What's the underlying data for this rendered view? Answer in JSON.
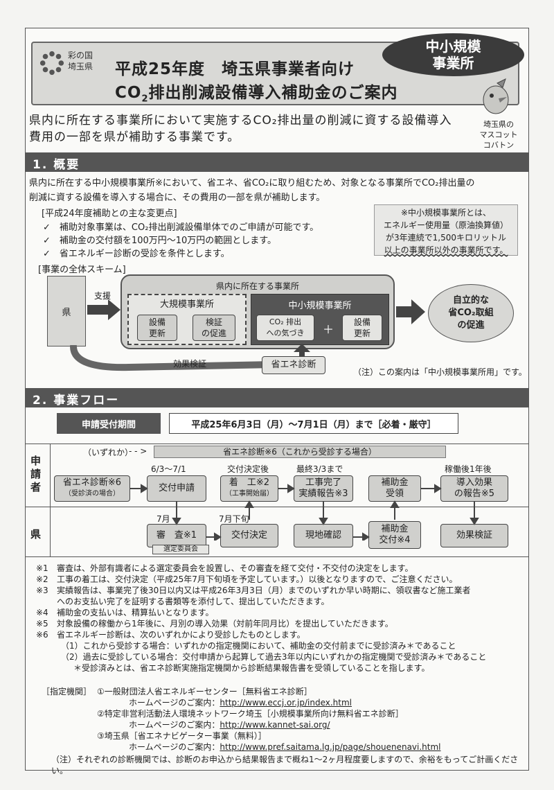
{
  "header": {
    "logo_line1": "彩の国",
    "logo_line2": "埼玉県",
    "title_line1": "平成25年度　埼玉県事業者向け",
    "title_line2_pre": "CO",
    "title_line2_sub": "2",
    "title_line2_post": "排出削減設備導入補助金のご案内",
    "badge_line1": "中小規模",
    "badge_line2": "事業所",
    "mascot_line1": "埼玉県の",
    "mascot_line2": "マスコット",
    "mascot_line3": "コバトン"
  },
  "intro": {
    "line1": "県内に所在する事業所において実施するCO₂排出量の削減に資する設備導入",
    "line2": "費用の一部を県が補助する事業です。"
  },
  "section1": {
    "title": "1. 概要",
    "text1": "県内に所在する中小規模事業所※において、省エネ、省CO₂に取り組むため、対象となる事業所でCO₂排出量の",
    "text2": "削減に資する設備を導入する場合に、その費用の一部を県が補助します。",
    "changes_head": "[平成24年度補助との主な変更点]",
    "changes": [
      "補助対象事業は、CO₂排出削減設備単体でのご申請が可能です。",
      "補助金の交付額を100万円～10万円の範囲とします。",
      "省エネルギー診断の受診を条件とします。"
    ],
    "note_lines": [
      "※中小規模事業所とは、",
      "エネルギー使用量（原油換算値）",
      "が3年連続で1,500キロリットル",
      "以上の事業所以外の事業所です。"
    ],
    "scheme_head": "[事業の全体スキーム]",
    "scheme": {
      "pref": "県",
      "support": "支援",
      "outer_label": "県内に所在する事業所",
      "large_label": "大規模事業所",
      "large_items": [
        "設備\n更新",
        "検証\nの促進"
      ],
      "sme_label": "中小規模事業所",
      "sme_items": [
        "CO₂ 排出\nへの気づき",
        "設備\n更新"
      ],
      "plus": "＋",
      "diagnosis": "省エネ診断",
      "effect": "効果検証",
      "result": "自立的な\n省CO₂取組\nの促進",
      "note": "（注）この案内は「中小規模事業所用」です。"
    }
  },
  "section2": {
    "title": "2. 事業フロー",
    "period_label": "申請受付期間",
    "period_value": "平成25年6月3日（月）～7月1日（月）まで［必着・厳守］",
    "row_applicant": "申\n請\n者",
    "row_pref": "県",
    "either": "（いずれか）",
    "diag_banner": "省エネ診断※6（これから受診する場合）",
    "labels": {
      "l1": "6/3～7/1",
      "l2": "交付決定後",
      "l3": "最終3/3まで",
      "l4": "稼働後1年後",
      "l5": "7月",
      "l6": "7月下旬"
    },
    "boxes": {
      "b1": "省エネ診断※6",
      "b1s": "（受診済の場合）",
      "b2": "交付申請",
      "b3": "着　工※2",
      "b3s": "（工事開始届）",
      "b4": "工事完了\n実績報告※3",
      "b5": "補助金\n受領",
      "b6": "導入効果\nの報告※5",
      "c1": "審　査※1",
      "c1s": "選定委員会",
      "c2": "交付決定",
      "c3": "現地確認",
      "c4": "補助金\n交付※4",
      "c5": "効果検証"
    }
  },
  "footnotes": [
    {
      "mk": "※1",
      "text": "審査は、外部有識者による選定委員会を設置し、その審査を経て交付・不交付の決定をします。"
    },
    {
      "mk": "※2",
      "text": "工事の着工は、交付決定（平成25年7月下旬頃を予定しています。）以後となりますので、ご注意ください。"
    },
    {
      "mk": "※3",
      "text": "実績報告は、事業完了後30日以内又は平成26年3月3日（月）までのいずれか早い時期に、領収書など施工業者"
    },
    {
      "mk": "",
      "text": "へのお支払い完了を証明する書類等を添付して、提出していただきます。"
    },
    {
      "mk": "※4",
      "text": "補助金の支払いは、精算払いとなります。"
    },
    {
      "mk": "※5",
      "text": "対象設備の稼働から1年後に、月別の導入効果（対前年同月比）を提出していただきます。"
    },
    {
      "mk": "※6",
      "text": "省エネルギー診断は、次のいずれかにより受診したものとします。"
    },
    {
      "mk": "",
      "text": "　（1）これから受診する場合：いずれかの指定機関において、補助金の交付前までに受診済み＊であること"
    },
    {
      "mk": "",
      "text": "　（2）過去に受診している場合：交付申請から起算して過去3年以内にいずれかの指定機関で受診済み＊であること"
    },
    {
      "mk": "",
      "text": "　　＊受診済みとは、省エネ診断実施指定機関から診断結果報告書を受領していることを指します。"
    }
  ],
  "agencies": {
    "head": "［指定機関］",
    "items": [
      {
        "name": "①一般財団法人省エネルギーセンター［無料省エネ診断］",
        "url_label": "ホームページのご案内：",
        "url": "http://www.eccj.or.jp/index.html"
      },
      {
        "name": "②特定非営利活動法人環境ネットワーク埼玉［小規模事業所向け無料省エネ診断］",
        "url_label": "ホームページのご案内：",
        "url": "http://www.kannet-sai.org/"
      },
      {
        "name": "③埼玉県［省エネナビゲーター事業（無料）］",
        "url_label": "ホームページのご案内：",
        "url": "http://www.pref.saitama.lg.jp/page/shouenenavi.html"
      }
    ],
    "note": "（注）それぞれの診断機関では、診断のお申込から結果報告まで概ね1～2ヶ月程度要しますので、余裕をもってご計画ください。"
  }
}
